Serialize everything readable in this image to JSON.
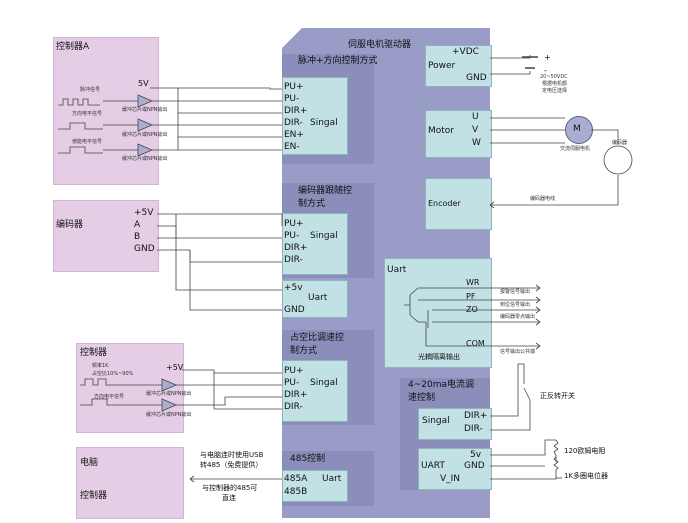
{
  "driver": {
    "title": "伺服电机驱动器",
    "pulse": {
      "title": "脉冲+方向控制方式",
      "pins": [
        "PU+",
        "PU-",
        "DIR+",
        "DIR-",
        "EN+",
        "EN-"
      ],
      "label": "Singal"
    },
    "power": {
      "vdc": "+VDC",
      "label": "Power",
      "gnd": "GND"
    },
    "motor": {
      "label": "Motor",
      "u": "U",
      "v": "V",
      "w": "W"
    },
    "encoder_box": {
      "label": "Encoder"
    },
    "enc_follow": {
      "title_1": "编码器跟随控",
      "title_2": "制方式",
      "pins": [
        "PU+",
        "PU-",
        "DIR+",
        "DIR-"
      ],
      "label": "Singal"
    },
    "uart_mid": {
      "v5": "+5v",
      "label": "Uart",
      "gnd": "GND"
    },
    "duty": {
      "title_1": "占空比调速控",
      "title_2": "制方式",
      "pins": [
        "PU+",
        "PU-",
        "DIR+",
        "DIR-"
      ],
      "label": "Singal"
    },
    "rs485": {
      "title": "485控制",
      "a": "485A",
      "b": "485B",
      "label": "Uart"
    },
    "uart_out": {
      "title": "Uart",
      "wr": "WR",
      "pf": "PF",
      "zo": "ZO",
      "com": "COM",
      "caption": "光耦隔离输出"
    },
    "current": {
      "title_1": "4~20ma电流调",
      "title_2": "速控制",
      "singal": "Singal",
      "dir_p": "DIR+",
      "dir_m": "DIR-",
      "uart": "UART",
      "v5": "5v",
      "gnd": "GND",
      "vin": "V_IN"
    }
  },
  "ctrlA": {
    "title": "控制器A",
    "v5": "5V",
    "sig1": "脉冲信号",
    "sig2": "方向电平信号",
    "sig3": "使能电平信号",
    "buf": "缓冲芯片或NPN输出"
  },
  "encoder_dev": {
    "title": "编码器",
    "pins": [
      "+5V",
      "A",
      "B",
      "GND"
    ]
  },
  "ctrlB": {
    "title": "控制器",
    "v5": "+5V",
    "freq": "频率1K",
    "duty": "占空比10%~90%",
    "dir": "方向电平信号",
    "buf": "缓冲芯片或NPN输出"
  },
  "pc": {
    "title1": "电脑",
    "title2": "控制器",
    "note1": "与电脑连时使用USB",
    "note2": "转485（免费提供）",
    "note3": "与控制器的485可",
    "note4": "直连"
  },
  "right": {
    "plus": "+",
    "minus": "-",
    "psu1": "20~50VDC",
    "psu2": "根据电机额",
    "psu3": "定电压选择",
    "motor_m": "M",
    "motor_cap": "交流伺服电机",
    "encoder_cap": "编码器",
    "enc_cable": "编码器电线",
    "out_wr": "报警信号输出",
    "out_pf": "到位信号输出",
    "out_zo": "编码器零点输出",
    "out_com": "信号输出公共端",
    "switch": "正反转开关",
    "r120": "120欧姆电阻",
    "pot": "1K多圈电位器"
  },
  "colors": {
    "panel": "#9a9cc8",
    "sub": "#8b8dbb",
    "cyan": "#c2e1e5",
    "pink": "#e5cde6"
  }
}
